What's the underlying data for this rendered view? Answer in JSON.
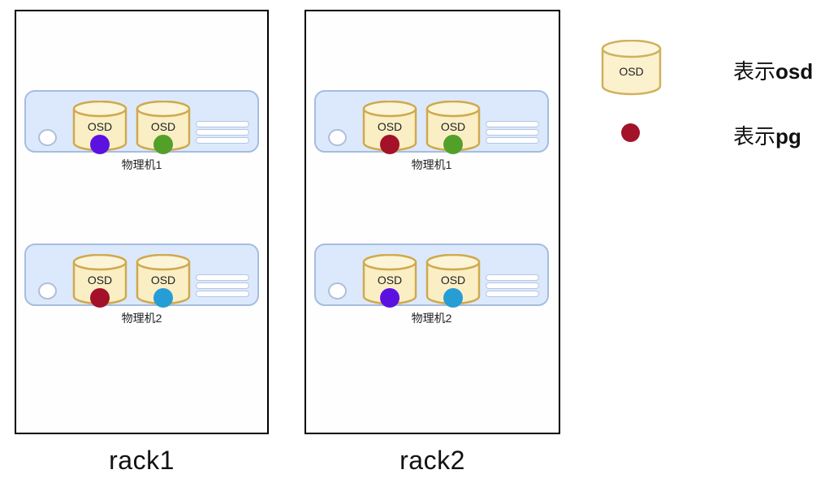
{
  "racks": [
    {
      "label": "rack1",
      "machines": [
        {
          "label": "物理机1",
          "osds": [
            {
              "label": "OSD",
              "pg_color": "#5b12e0"
            },
            {
              "label": "OSD",
              "pg_color": "#52a02a"
            }
          ]
        },
        {
          "label": "物理机2",
          "osds": [
            {
              "label": "OSD",
              "pg_color": "#a31229"
            },
            {
              "label": "OSD",
              "pg_color": "#279dd6"
            }
          ]
        }
      ]
    },
    {
      "label": "rack2",
      "machines": [
        {
          "label": "物理机1",
          "osds": [
            {
              "label": "OSD",
              "pg_color": "#a31229"
            },
            {
              "label": "OSD",
              "pg_color": "#52a02a"
            }
          ]
        },
        {
          "label": "物理机2",
          "osds": [
            {
              "label": "OSD",
              "pg_color": "#5b12e0"
            },
            {
              "label": "OSD",
              "pg_color": "#279dd6"
            }
          ]
        }
      ]
    }
  ],
  "legend": {
    "osd": {
      "cylinder_label": "OSD",
      "text_prefix": "表示",
      "text_term": "osd"
    },
    "pg": {
      "dot_color": "#a31229",
      "text_prefix": "表示",
      "text_term": "pg"
    }
  },
  "colors": {
    "cylinder_fill": "#faeec5",
    "cylinder_border": "#cfa94e",
    "server_fill": "#dce9fc",
    "server_border": "#a6bcdf",
    "rack_border": "#000000",
    "pg_purple": "#5b12e0",
    "pg_green": "#52a02a",
    "pg_red": "#a31229",
    "pg_blue": "#279dd6"
  }
}
